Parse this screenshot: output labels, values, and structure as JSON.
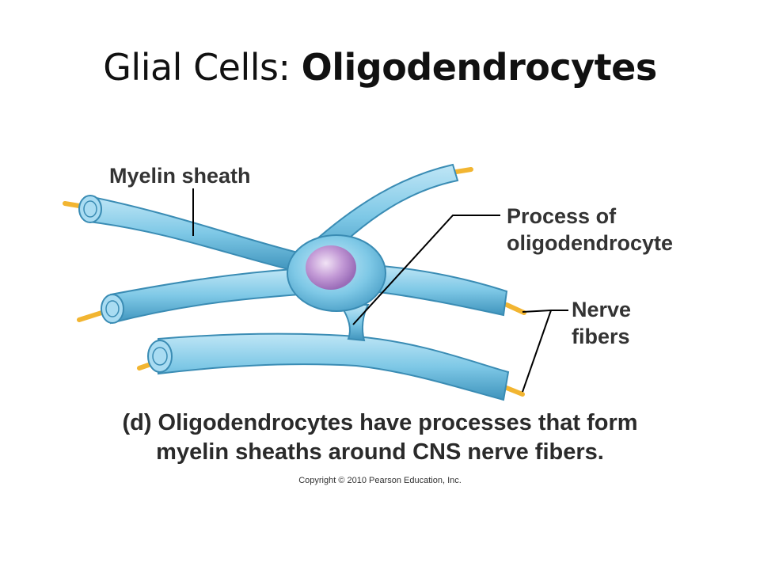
{
  "title": {
    "prefix": "Glial Cells: ",
    "emphasis": "Oligodendrocytes"
  },
  "labels": {
    "myelin_sheath": "Myelin sheath",
    "process_line1": "Process of",
    "process_line2": "oligodendrocyte",
    "nerve_line1": "Nerve",
    "nerve_line2": "fibers"
  },
  "caption": {
    "line1": "(d) Oligodendrocytes have processes that form",
    "line2": "myelin sheaths around CNS nerve fibers."
  },
  "copyright": "Copyright © 2010 Pearson Education, Inc.",
  "colors": {
    "sheath": "#7ec8e6",
    "sheath_dark": "#3f94bd",
    "axon": "#f2b531",
    "nucleus": "#b28ac9",
    "leader_line": "#000000"
  }
}
